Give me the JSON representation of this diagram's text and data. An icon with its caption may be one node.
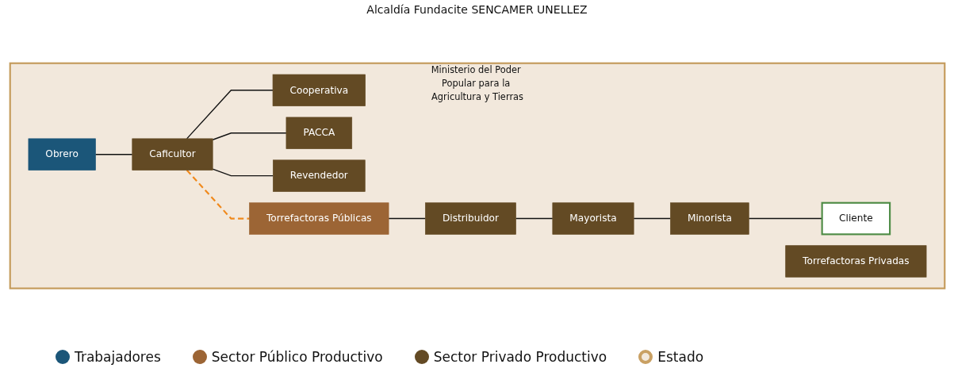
{
  "diagram": {
    "nodes": [
      {
        "text": [
          "Ministerio del Poder Popular para la Agricultura y Tierras"
        ]
      },
      {
        "text": [
          "Obrero"
        ],
        "in": 0
      },
      {
        "text": [
          "Caficultor"
        ],
        "in": 0
      },
      {
        "text": [
          "Cooperativa"
        ],
        "in": 0
      },
      {
        "text": [
          "PACCA"
        ],
        "in": 0
      },
      {
        "text": [
          "Revendedor"
        ],
        "in": 0
      },
      {
        "text": [
          "Torrefactoras Privadas"
        ],
        "in": 0
      },
      {
        "text": [
          "Torrefactoras Públicas"
        ],
        "in": 0
      },
      {
        "text": [
          "Distribuidor"
        ],
        "in": 0
      },
      {
        "text": [
          "Mayorista"
        ],
        "in": 0
      },
      {
        "text": [
          "Minorista"
        ],
        "in": 0
      },
      {
        "text": [
          "Cliente"
        ],
        "in": 0
      }
    ],
    "edges": [
      {
        "from": 1,
        "to": 2,
        "arrow": "none"
      },
      {
        "from": 2,
        "to": 3,
        "arrow": "none"
      },
      {
        "from": 2,
        "to": 4,
        "arrow": "none"
      },
      {
        "from": 2,
        "to": 5,
        "arrow": "none"
      },
      {
        "from": 2,
        "to": 7,
        "arrow": "none",
        "style": "dashed",
        "color": "#f0891c"
      },
      {
        "from": 7,
        "to": 8,
        "arrow": "none"
      },
      {
        "from": 8,
        "to": 9,
        "arrow": "none"
      },
      {
        "from": 9,
        "to": 10,
        "arrow": "none"
      },
      {
        "from": 10,
        "to": 11,
        "arrow": "none"
      }
    ],
    "labels": [
      "Alcaldía Fundacite SENCAMER UNELLEZ"
    ],
    "legend": [
      {
        "text": "Trabajadores",
        "color": "#1b5679"
      },
      {
        "text": "Sector Público Productivo",
        "color": "#9c6535"
      },
      {
        "text": "Sector Privado Productivo",
        "color": "#634a24"
      },
      {
        "text": "Estado",
        "color": "#c9a063"
      }
    ]
  }
}
